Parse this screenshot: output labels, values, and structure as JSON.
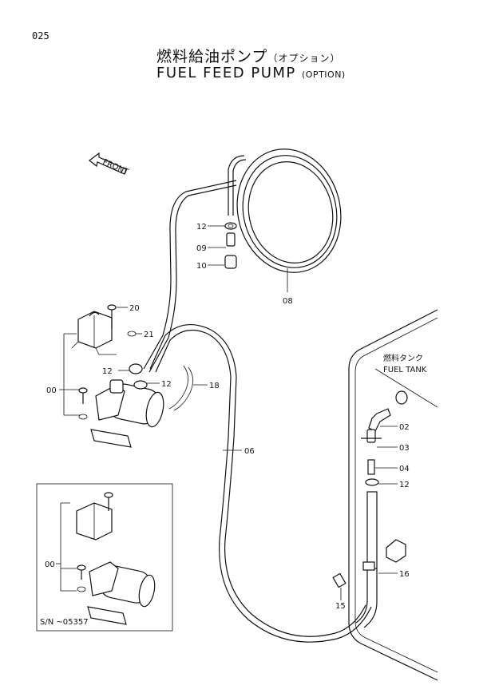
{
  "page_number": "025",
  "title_jp": "燃料給油ポンプ",
  "title_jp_sub": "（オプション）",
  "title_en": "FUEL FEED PUMP",
  "title_en_sub": "(OPTION)",
  "front_label": "FRONT",
  "tank_label_jp": "燃料タンク",
  "tank_label_en": "FUEL  TANK",
  "serial_note": "S/N  ~05357",
  "callouts": {
    "c12a": "12",
    "c09": "09",
    "c10": "10",
    "c08": "08",
    "c20": "20",
    "c21": "21",
    "c12b": "12",
    "c12c": "12",
    "c18": "18",
    "c00a": "00",
    "c06": "06",
    "c02": "02",
    "c03": "03",
    "c04": "04",
    "c12d": "12",
    "c16": "16",
    "c15": "15",
    "c00b": "00"
  }
}
